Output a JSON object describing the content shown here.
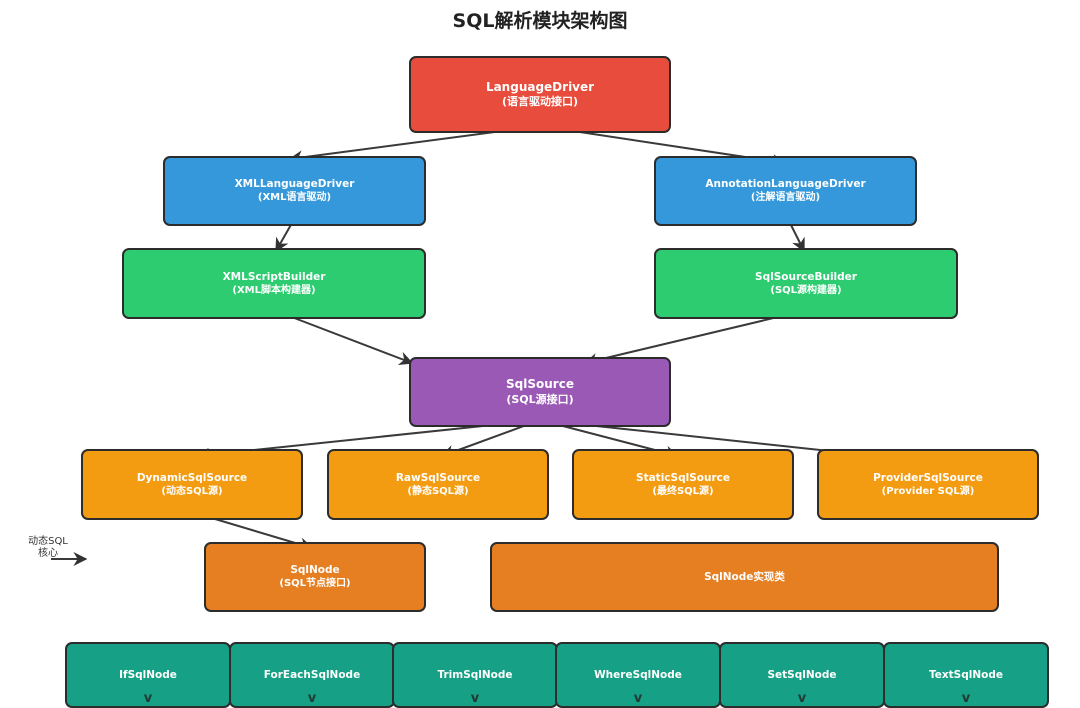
{
  "title": "SQL解析模块架构图",
  "nodes": {
    "language_driver": {
      "line1": "LanguageDriver",
      "line2": "(语言驱动接口)"
    },
    "xml_language_driver": {
      "line1": "XMLLanguageDriver",
      "line2": "(XML语言驱动)"
    },
    "annotation_language_driver": {
      "line1": "AnnotationLanguageDriver",
      "line2": "(注解语言驱动)"
    },
    "xml_script_builder": {
      "line1": "XMLScriptBuilder",
      "line2": "(XML脚本构建器)"
    },
    "sql_source_builder": {
      "line1": "SqlSourceBuilder",
      "line2": "(SQL源构建器)"
    },
    "sql_source": {
      "line1": "SqlSource",
      "line2": "(SQL源接口)"
    },
    "dynamic_sql_source": {
      "line1": "DynamicSqlSource",
      "line2": "(动态SQL源)"
    },
    "raw_sql_source": {
      "line1": "RawSqlSource",
      "line2": "(静态SQL源)"
    },
    "static_sql_source": {
      "line1": "StaticSqlSource",
      "line2": "(最终SQL源)"
    },
    "provider_sql_source": {
      "line1": "ProviderSqlSource",
      "line2": "(Provider SQL源)"
    },
    "sql_node": {
      "line1": "SqlNode",
      "line2": "(SQL节点接口)"
    },
    "sql_node_impls": {
      "line1": "SqlNode实现类"
    }
  },
  "side_label": {
    "line1": "动态SQL",
    "line2": "核心"
  },
  "impl_nodes": [
    "IfSqlNode",
    "ForEachSqlNode",
    "TrimSqlNode",
    "WhereSqlNode",
    "SetSqlNode",
    "TextSqlNode"
  ],
  "colors": {
    "interface": "#e74c3c",
    "driver": "#3498db",
    "builder": "#2ecc71",
    "sql_source": "#9b59b6",
    "source_impl": "#f39c12",
    "sql_node": "#e67e22",
    "node_impl": "#16a085"
  }
}
